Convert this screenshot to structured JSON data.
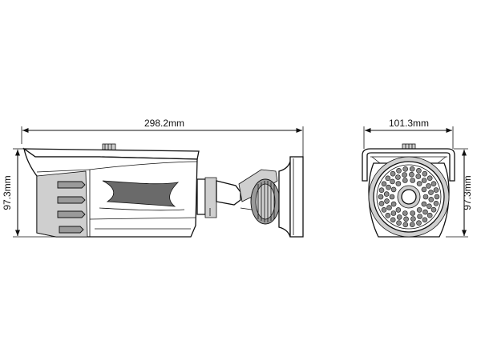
{
  "dimensions": {
    "side_length": "298.2mm",
    "side_height": "97.3mm",
    "front_width": "101.3mm",
    "front_height": "97.3mm"
  }
}
